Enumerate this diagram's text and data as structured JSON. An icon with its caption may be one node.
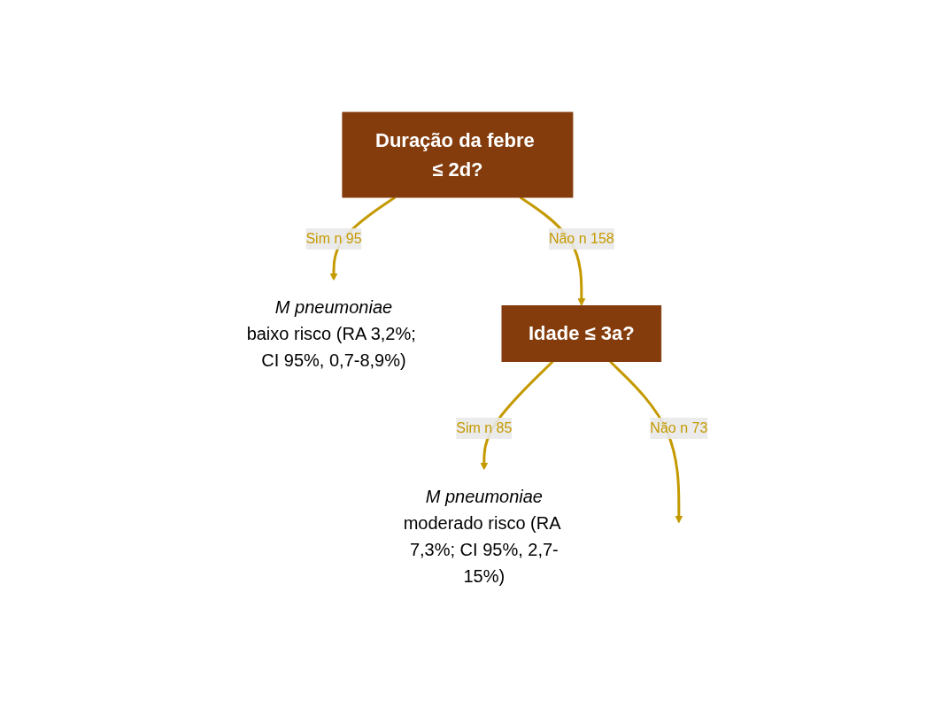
{
  "diagram": {
    "nodes": [
      {
        "text": [
          "Duração da febre ≤ 2d?"
        ]
      },
      {
        "text": [
          "M pneumoniae",
          "baixo risco (RA 3,2%; CI 95%, 0,7-8,9%)"
        ]
      },
      {
        "text": [
          "Idade ≤ 3a?"
        ]
      },
      {
        "text": [
          "M pneumoniae",
          "moderado risco (RA 7,3%; CI 95%, 2,7-15%)"
        ]
      }
    ],
    "edges": [
      {
        "from": 0,
        "to": 1,
        "arrow": "to",
        "label": "Sim n 95"
      },
      {
        "from": 0,
        "to": 2,
        "arrow": "to",
        "label": "Não n 158"
      },
      {
        "from": 2,
        "to": 3,
        "arrow": "to",
        "label": "Sim n 85"
      },
      {
        "from": 2,
        "to": null,
        "arrow": "to",
        "label": "Não n 73"
      }
    ]
  }
}
